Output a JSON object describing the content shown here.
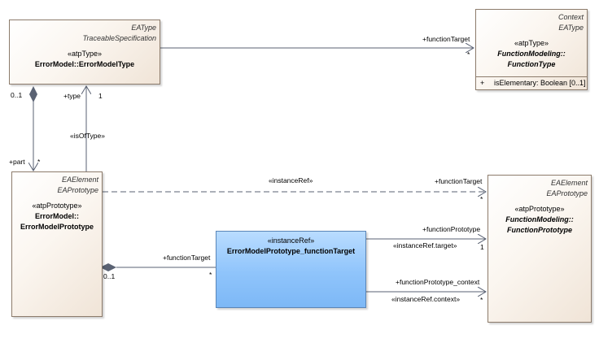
{
  "classes": {
    "error_model_type": {
      "stereotypes": [
        "EAType",
        "TraceableSpecification"
      ],
      "kind": "«atpType»",
      "name": "ErrorModel::ErrorModelType"
    },
    "function_type": {
      "stereotypes": [
        "Context",
        "EAType"
      ],
      "kind": "«atpType»",
      "name_lines": [
        "FunctionModeling::",
        "FunctionType"
      ],
      "attribute_visibility": "+",
      "attribute": "isElementary: Boolean [0..1]"
    },
    "error_model_prototype": {
      "stereotypes": [
        "EAElement",
        "EAPrototype"
      ],
      "kind": "«atpPrototype»",
      "name_lines": [
        "ErrorModel::",
        "ErrorModelPrototype"
      ]
    },
    "function_prototype": {
      "stereotypes": [
        "EAElement",
        "EAPrototype"
      ],
      "kind": "«atpPrototype»",
      "name_lines": [
        "FunctionModeling::",
        "FunctionPrototype"
      ]
    },
    "instance_ref": {
      "kind": "«instanceRef»",
      "name": "ErrorModelPrototype_functionTarget"
    }
  },
  "connectors": {
    "type_to_function_type": {
      "role": "+functionTarget",
      "multiplicity": "*"
    },
    "composition": {
      "owner_multiplicity": "0..1",
      "role": "+part",
      "multiplicity": "*"
    },
    "is_of_type": {
      "role": "+type",
      "multiplicity": "1",
      "stereotype": "«isOfType»"
    },
    "instance_ref_dependency": {
      "stereotype": "«instanceRef»",
      "role": "+functionTarget",
      "multiplicity": "*"
    },
    "function_target": {
      "owner_multiplicity": "0..1",
      "role": "+functionTarget",
      "multiplicity": "*"
    },
    "function_prototype": {
      "role": "+functionPrototype",
      "stereotype": "«instanceRef.target»",
      "multiplicity": "1"
    },
    "function_prototype_context": {
      "role": "+functionPrototype_context",
      "stereotype": "«instanceRef.context»",
      "multiplicity": "*"
    }
  }
}
